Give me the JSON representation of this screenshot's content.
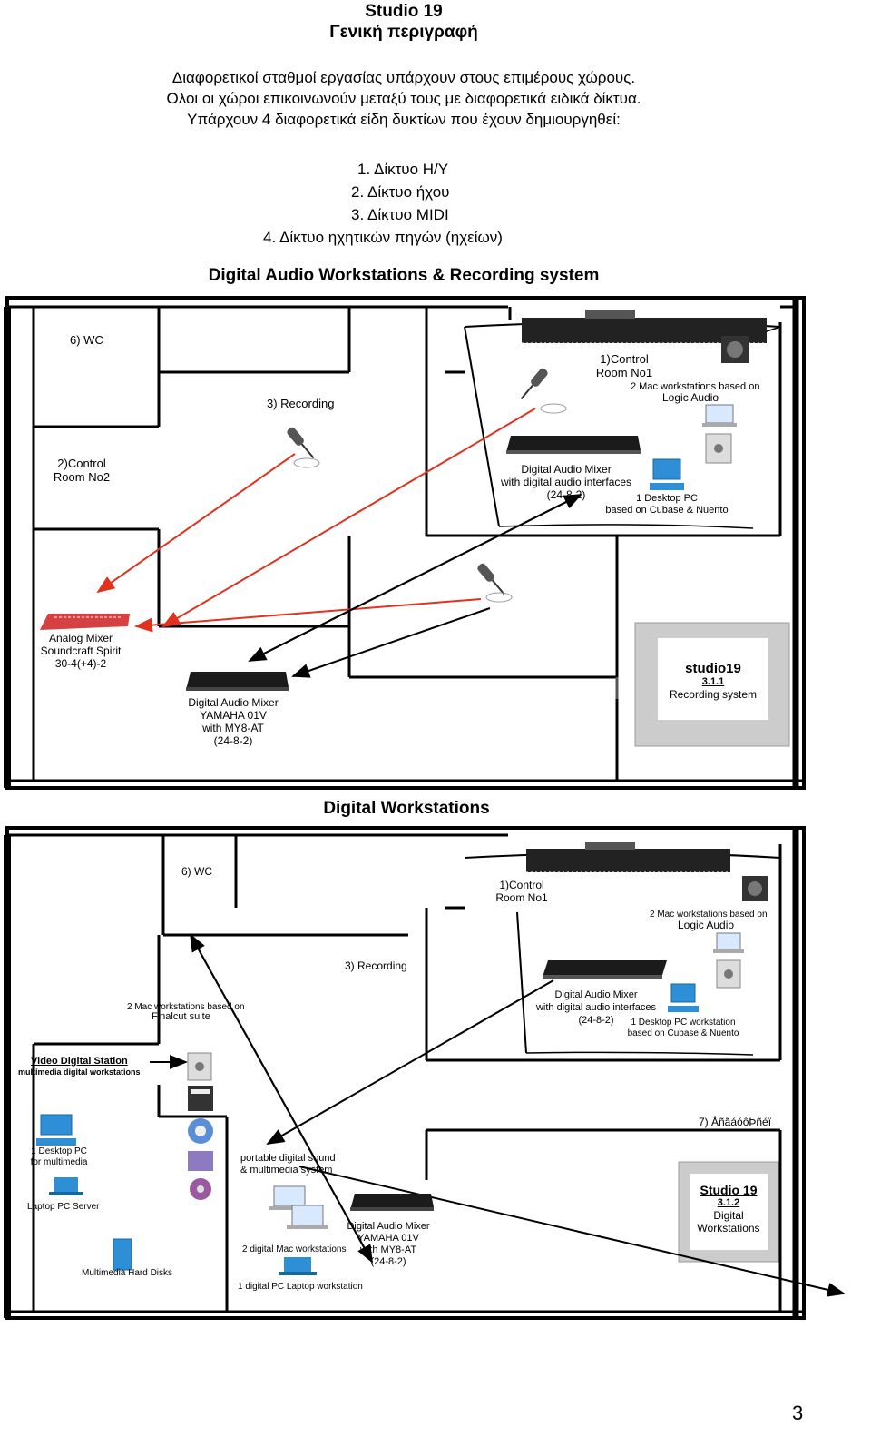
{
  "header": {
    "title": "Studio 19",
    "subtitle": "Γενική περιγραφή",
    "intro": [
      "Διαφορετικοί σταθμοί εργασίας υπάρχουν στους επιμέρους χώρους.",
      "Ολοι οι χώροι επικοινωνούν μεταξύ τους με διαφορετικά ειδικά δίκτυα.",
      "Υπάρχουν 4 διαφορετικά είδη δυκτίων που έχουν δημιουργηθεί:"
    ],
    "networks": [
      "1.  Δίκτυο Η/Υ",
      "2.  Δίκτυο ήχου",
      "3.  Δίκτυο MIDI",
      "4.  Δίκτυο ηχητικών πηγών (ηχείων)"
    ]
  },
  "plan1": {
    "heading": "Digital Audio Workstations & Recording system",
    "wc": "6) WC",
    "recording": "3) Recording",
    "control1": [
      "1)Control",
      "Room No1"
    ],
    "mac_ws": "2 Mac workstations based on",
    "logic": "Logic Audio",
    "control2": [
      "2)Control",
      "Room No2"
    ],
    "mixer_cr1": [
      "Digital Audio Mixer",
      "with digital audio interfaces",
      "(24-8-2)"
    ],
    "desktop_pc": [
      "1 Desktop PC",
      "based on Cubase & Nuento"
    ],
    "analog_mixer": [
      "Analog Mixer",
      "Soundcraft Spirit",
      "30-4(+4)-2"
    ],
    "yamaha": [
      "Digital Audio Mixer",
      "YAMAHA 01V",
      "with MY8-AT",
      "(24-8-2)"
    ],
    "label_title": "studio19",
    "label_num": "3.1.1",
    "label_sub": "Recording system"
  },
  "plan2": {
    "heading": "Digital Workstations",
    "wc": "6) WC",
    "control1": [
      "1)Control",
      "Room No1"
    ],
    "mac_ws": "2 Mac workstations based on",
    "logic": "Logic Audio",
    "recording": "3) Recording",
    "mac_fc": "2 Mac workstations based on",
    "finalcut": "Finalcut suite",
    "mixer_cr1": [
      "Digital Audio Mixer",
      "with digital audio interfaces",
      "(24-8-2)"
    ],
    "desktop_pc": [
      "1 Desktop PC workstation",
      "based on Cubase & Nuento"
    ],
    "video_station": "Video  Digital Station",
    "multimedia_ws": "multimedia digital workstations",
    "room7": "7) ÅñãáóôÞñéï",
    "desktop_mm": [
      "1 Desktop PC",
      "for multimedia"
    ],
    "portable": [
      "portable digital sound",
      "& multimedia system"
    ],
    "laptop_server": "Laptop PC Server",
    "mac2": "2 digital Mac workstations",
    "laptop_ws": "1 digital PC Laptop workstation",
    "hdd": "Multimedia Hard Disks",
    "yamaha": [
      "Digital Audio Mixer",
      "YAMAHA 01V",
      "with MY8-AT",
      "(24-8-2)"
    ],
    "label_title": "Studio 19",
    "label_num": "3.1.2",
    "label_sub": [
      "Digital",
      "Workstations"
    ]
  },
  "page_number": "3"
}
